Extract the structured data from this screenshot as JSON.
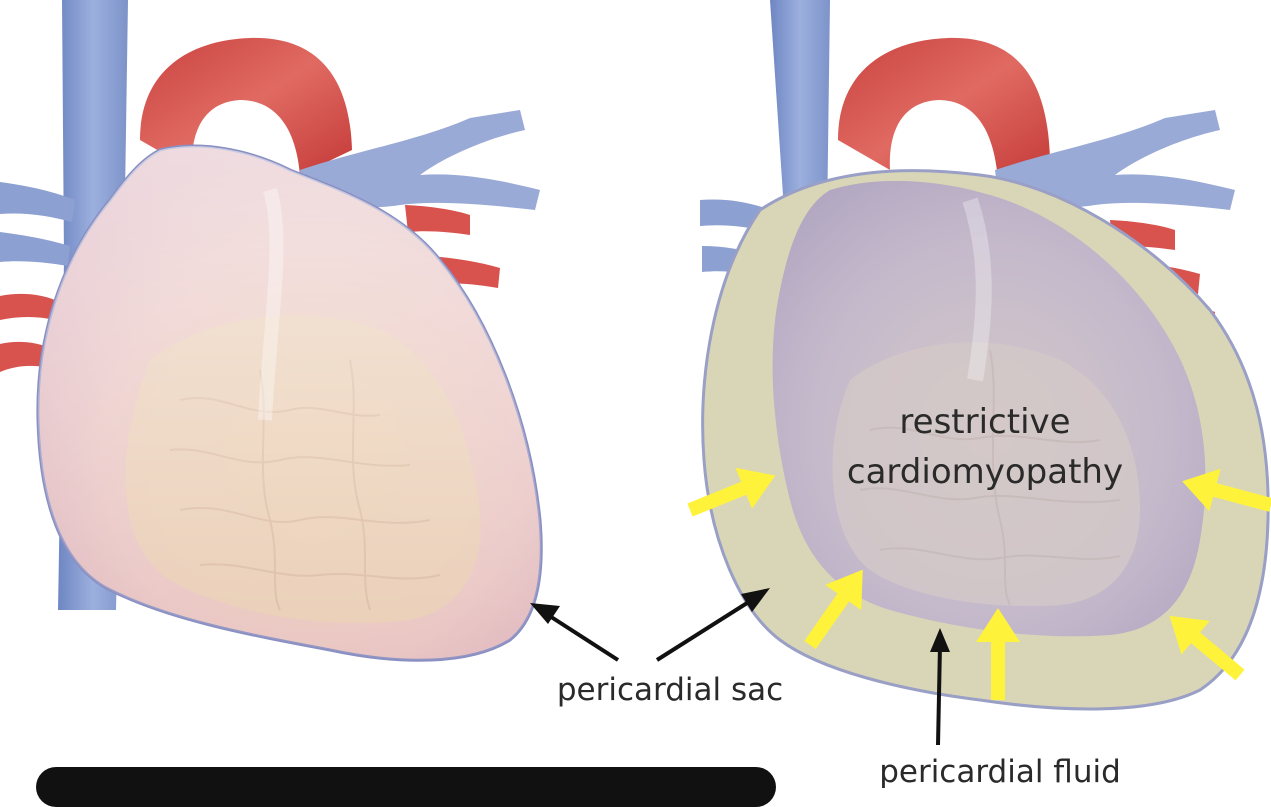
{
  "labels": {
    "restrictive_line1": "restrictive",
    "restrictive_line2": "cardiomyopathy",
    "pericardial_sac": "pericardial sac",
    "pericardial_fluid": "pericardial fluid"
  },
  "colors": {
    "vein_blue": "#7d93c9",
    "aorta_red": "#d9524c",
    "heart_pink": "#e9c3c4",
    "muscle_beige": "#e8c9ad",
    "sac_fluid": "#d9d6b8",
    "arrow_yellow": "#fff23a",
    "arrow_black": "#111111",
    "bottom_bar": "#111111"
  }
}
